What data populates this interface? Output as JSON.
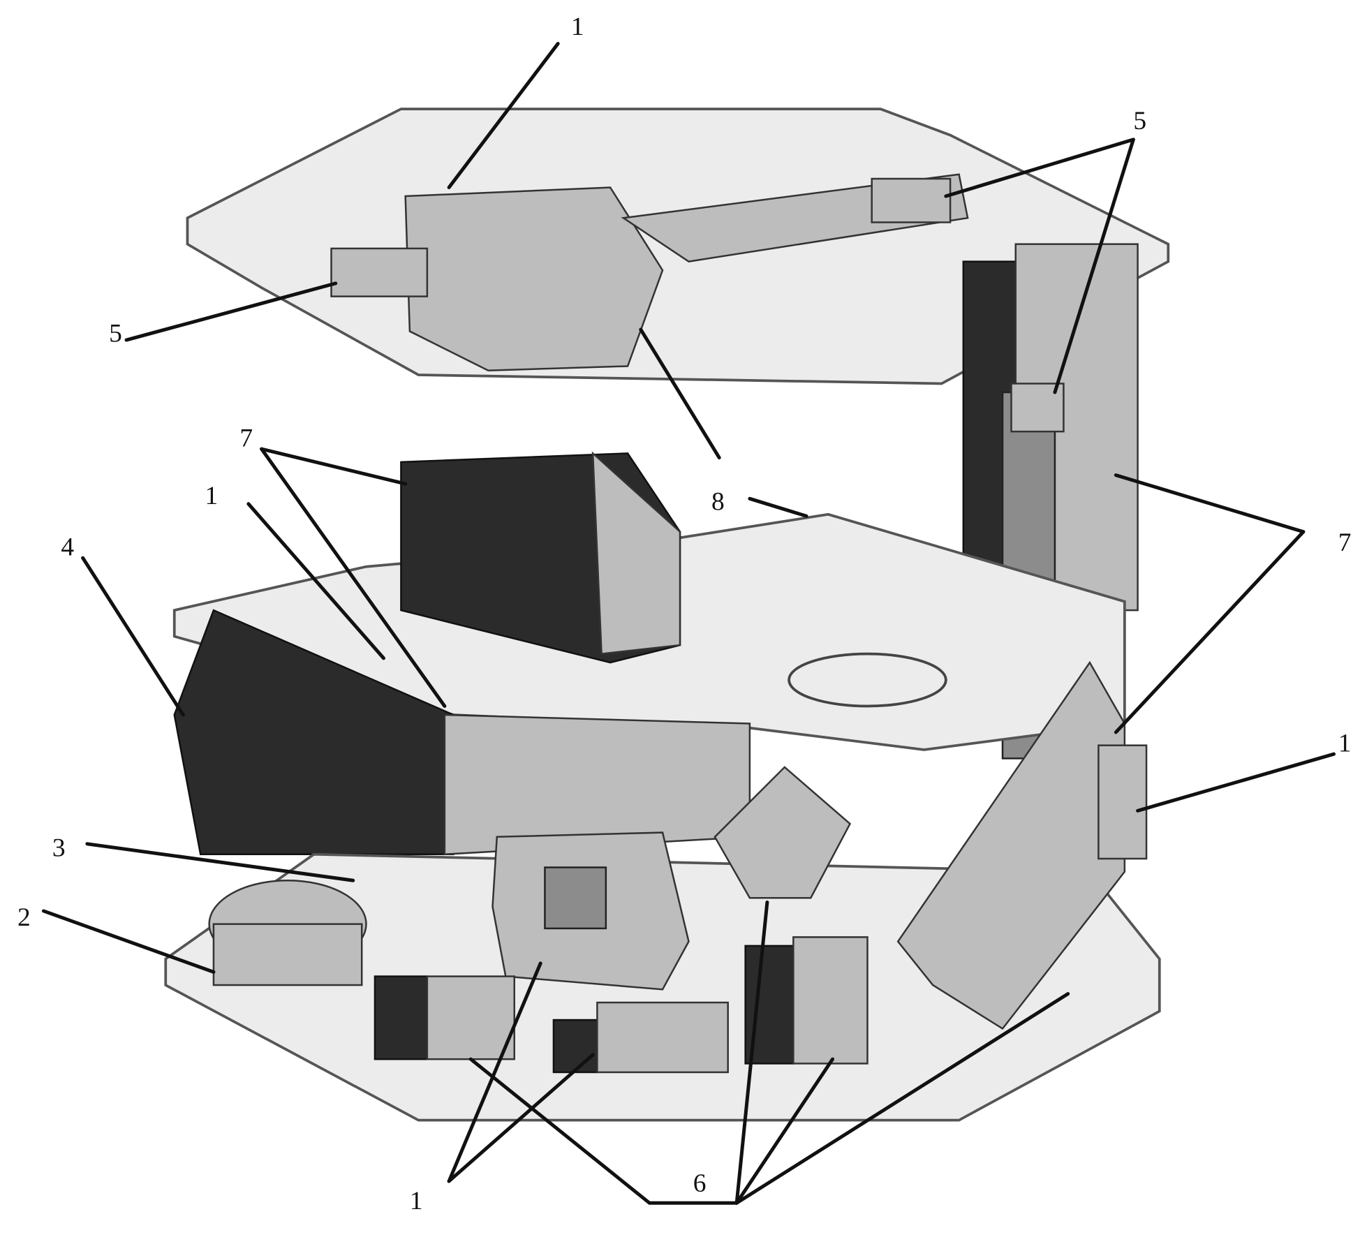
{
  "figure": {
    "labels": [
      {
        "id": "top-1",
        "text": "1"
      },
      {
        "id": "top-right-5",
        "text": "5"
      },
      {
        "id": "left-5",
        "text": "5"
      },
      {
        "id": "center-8",
        "text": "8"
      },
      {
        "id": "left-7",
        "text": "7"
      },
      {
        "id": "left-1",
        "text": "1"
      },
      {
        "id": "left-4",
        "text": "4"
      },
      {
        "id": "right-7",
        "text": "7"
      },
      {
        "id": "right-1",
        "text": "1"
      },
      {
        "id": "left-3",
        "text": "3"
      },
      {
        "id": "left-2",
        "text": "2"
      },
      {
        "id": "bottom-1",
        "text": "1"
      },
      {
        "id": "bottom-6",
        "text": "6"
      }
    ]
  }
}
